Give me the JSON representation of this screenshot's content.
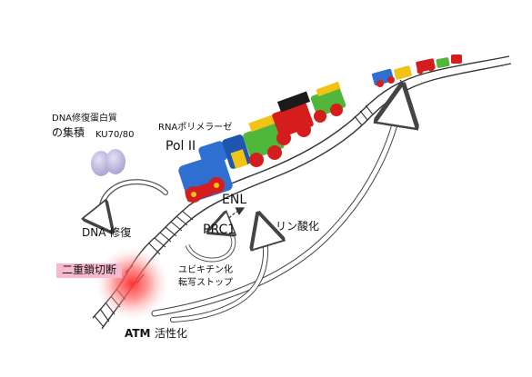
{
  "labels": {
    "dna_repair_protein": "DNA修復蛋白質",
    "accumulation": "の集積",
    "ku": "KU70/80",
    "rna_pol": "RNAポリメラーゼ",
    "pol2": "Pol II",
    "enl": "ENL",
    "prc1": "PRC1",
    "dna_repair": "DNA 修復",
    "phosphorylation": "リン酸化",
    "dsb": "二重鎖切断",
    "ubiquitin": "ユビキチン化",
    "transcription_stop": "転写ストップ",
    "atm": "ATM",
    "activation": "活性化"
  },
  "colors": {
    "dsb_highlight": "#f7b9cf",
    "break_glow": "#ff3b3b",
    "ku_protein": "#b9b3d9",
    "locomotive_blue": "#2f6fd1",
    "car_red": "#d51d1d",
    "car_yellow": "#f2c315",
    "car_green": "#4fb83a",
    "car_black": "#1b1b1b"
  }
}
